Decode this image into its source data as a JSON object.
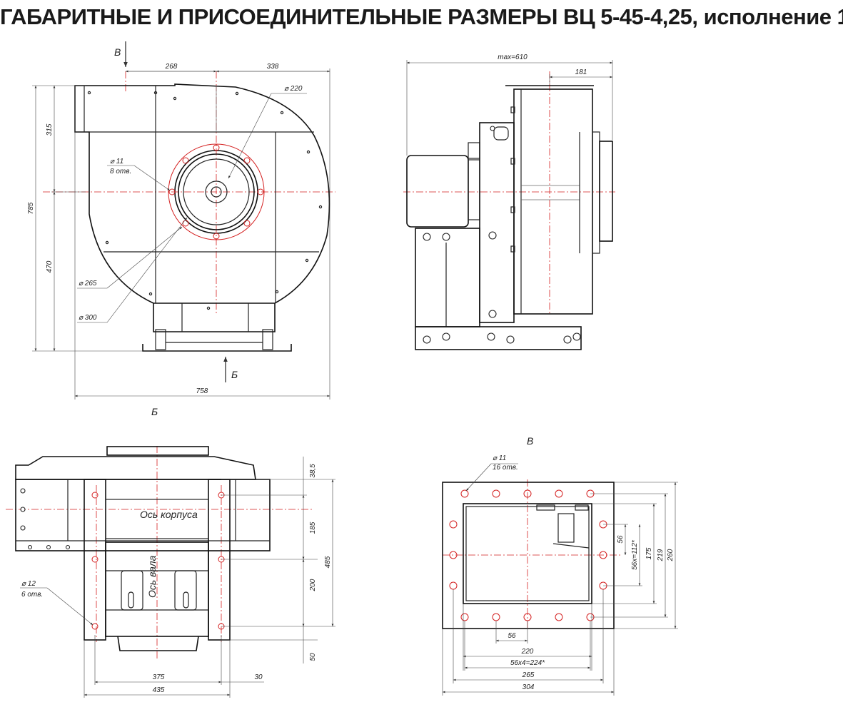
{
  "title": "ГАБАРИТНЫЕ И ПРИСОЕДИНИТЕЛЬНЫЕ РАЗМЕРЫ ВЦ 5-45-4,25, исполнение 1",
  "colors": {
    "line": "#222222",
    "axis": "#d42020"
  },
  "front_view": {
    "arrow_top_label": "В",
    "arrow_bottom_label": "Б",
    "dims": {
      "w_left": "268",
      "w_right": "338",
      "total_width": "758",
      "h_top": "315",
      "h_total": "785",
      "h_bottom": "470"
    },
    "callouts": {
      "flange_d": "⌀ 220",
      "holes_d": "⌀ 11",
      "holes_count": "8 отв.",
      "circle_265": "⌀ 265",
      "circle_300": "⌀ 300"
    }
  },
  "side_view": {
    "dims": {
      "max_width": "max=610",
      "flange_offset": "181"
    }
  },
  "view_b": {
    "label": "Б",
    "axis_housing": "Ось корпуса",
    "axis_shaft": "Ось вала",
    "dims": {
      "d_385": "38,5",
      "d_185": "185",
      "d_485": "485",
      "d_200": "200",
      "d_50": "50",
      "d_375": "375",
      "d_30": "30",
      "d_435": "435"
    },
    "callouts": {
      "holes_d": "⌀ 12",
      "holes_count": "6 отв."
    }
  },
  "view_v": {
    "label": "В",
    "callouts": {
      "holes_d": "⌀ 11",
      "holes_count": "16 отв."
    },
    "dims": {
      "d_56_v": "56",
      "d_56x112": "56x=112*",
      "d_175": "175",
      "d_219": "219",
      "d_260": "260",
      "d_56_h": "56",
      "d_220": "220",
      "d_56x4": "56x4=224*",
      "d_265": "265",
      "d_304": "304"
    }
  }
}
